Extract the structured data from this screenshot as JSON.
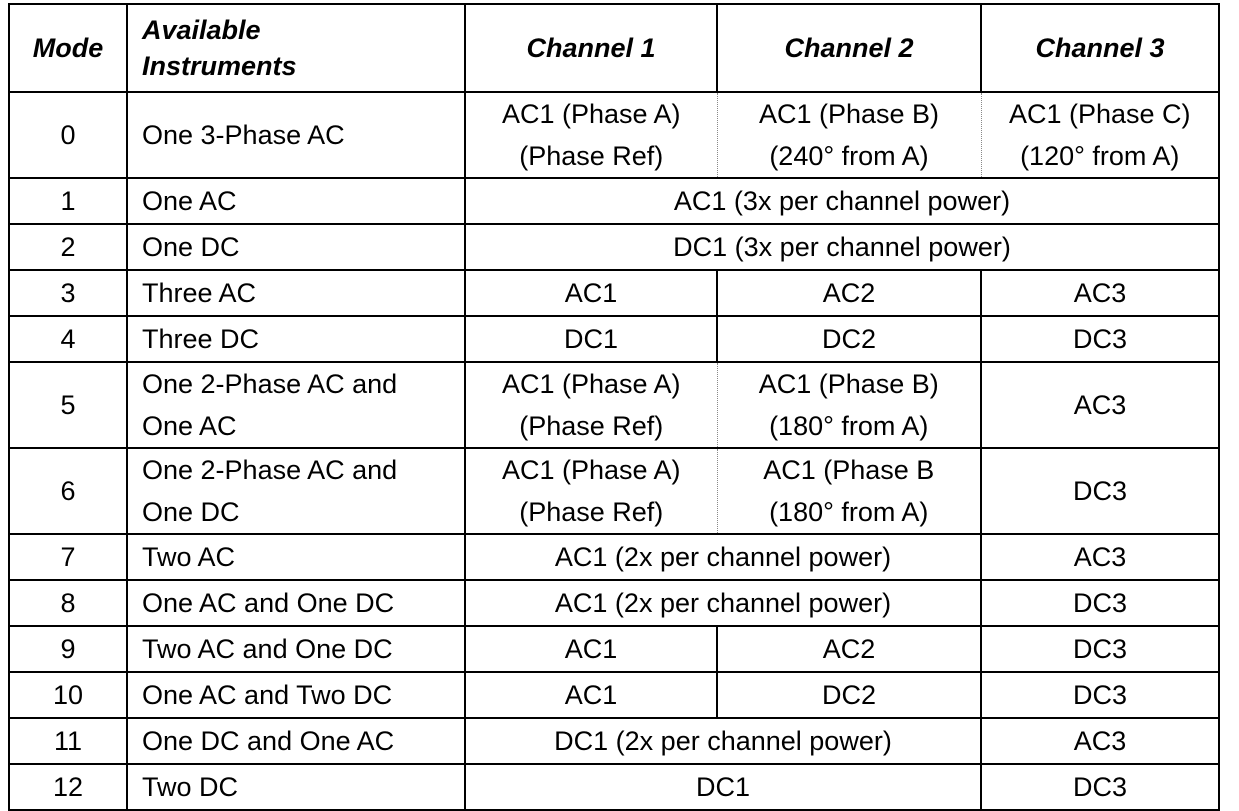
{
  "header": {
    "mode": "Mode",
    "instruments_line1": "Available",
    "instruments_line2": "Instruments",
    "ch1": "Channel 1",
    "ch2": "Channel 2",
    "ch3": "Channel 3"
  },
  "rows": [
    {
      "mode": "0",
      "instruments": "One 3-Phase AC",
      "ch1": [
        "AC1 (Phase A)",
        "(Phase Ref)"
      ],
      "ch2": [
        "AC1 (Phase B)",
        "(240° from A)"
      ],
      "ch3": [
        "AC1 (Phase C)",
        "(120° from A)"
      ]
    },
    {
      "mode": "1",
      "instruments": "One AC",
      "span3": "AC1 (3x per channel power)"
    },
    {
      "mode": "2",
      "instruments": "One DC",
      "span3": "DC1 (3x per channel power)"
    },
    {
      "mode": "3",
      "instruments": "Three AC",
      "ch1": "AC1",
      "ch2": "AC2",
      "ch3": "AC3"
    },
    {
      "mode": "4",
      "instruments": "Three DC",
      "ch1": "DC1",
      "ch2": "DC2",
      "ch3": "DC3"
    },
    {
      "mode": "5",
      "instruments": [
        "One 2-Phase AC and",
        "One AC"
      ],
      "ch1": [
        "AC1 (Phase A)",
        "(Phase Ref)"
      ],
      "ch2": [
        "AC1 (Phase B)",
        "(180° from A)"
      ],
      "ch3": "AC3"
    },
    {
      "mode": "6",
      "instruments": [
        "One 2-Phase AC and",
        "One DC"
      ],
      "ch1": [
        "AC1 (Phase A)",
        "(Phase Ref)"
      ],
      "ch2": [
        "AC1 (Phase B",
        "(180° from A)"
      ],
      "ch3": "DC3"
    },
    {
      "mode": "7",
      "instruments": "Two AC",
      "span2": "AC1 (2x per channel power)",
      "ch3": "AC3"
    },
    {
      "mode": "8",
      "instruments": "One AC and One DC",
      "span2": "AC1 (2x per channel power)",
      "ch3": "DC3"
    },
    {
      "mode": "9",
      "instruments": "Two AC and One DC",
      "ch1": "AC1",
      "ch2": "AC2",
      "ch3": "DC3"
    },
    {
      "mode": "10",
      "instruments": "One AC and Two DC",
      "ch1": "AC1",
      "ch2": "DC2",
      "ch3": "DC3"
    },
    {
      "mode": "11",
      "instruments": "One DC and One AC",
      "span2": "DC1 (2x per channel power)",
      "ch3": "AC3"
    },
    {
      "mode": "12",
      "instruments": "Two DC",
      "span2": "DC1",
      "ch3": "DC3"
    }
  ]
}
